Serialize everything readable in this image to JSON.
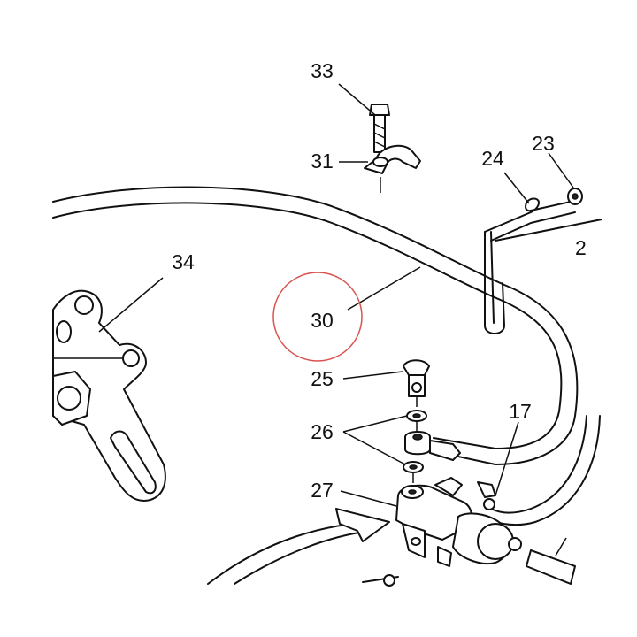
{
  "callouts": [
    {
      "id": "33",
      "label": "33"
    },
    {
      "id": "31",
      "label": "31"
    },
    {
      "id": "24",
      "label": "24"
    },
    {
      "id": "23",
      "label": "23"
    },
    {
      "id": "2x",
      "label": "2"
    },
    {
      "id": "34",
      "label": "34"
    },
    {
      "id": "30",
      "label": "30"
    },
    {
      "id": "25",
      "label": "25"
    },
    {
      "id": "17",
      "label": "17"
    },
    {
      "id": "26",
      "label": "26"
    },
    {
      "id": "27",
      "label": "27"
    }
  ],
  "highlight": {
    "callout": "30",
    "color": "#d9534f"
  }
}
